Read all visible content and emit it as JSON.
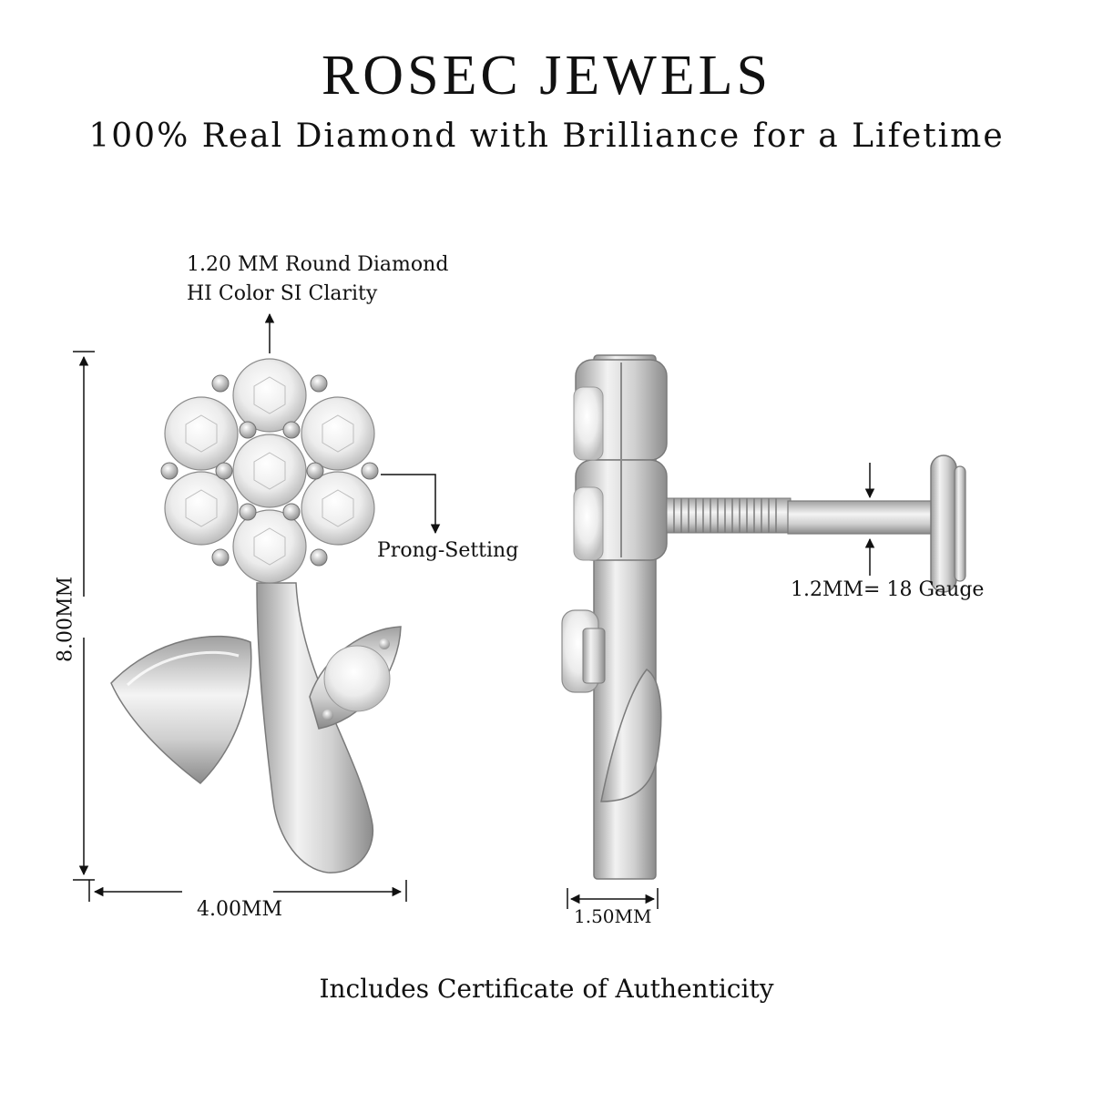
{
  "header": {
    "brand": "ROSEC JEWELS",
    "tagline": "100% Real Diamond with Brilliance for a Lifetime"
  },
  "annotations": {
    "stone_line1": "1.20 MM Round Diamond",
    "stone_line2": "HI Color SI Clarity",
    "prong": "Prong-Setting",
    "height": "8.00MM",
    "width": "4.00MM",
    "depth": "1.50MM",
    "gauge": "1.2MM= 18 Gauge"
  },
  "footer": {
    "certificate": "Includes Certificate of Authenticity"
  },
  "colors": {
    "metal": "#d9d9d9",
    "metal_dark": "#8a8a8a",
    "diamond": "#f4f4f4",
    "line": "#111111"
  }
}
